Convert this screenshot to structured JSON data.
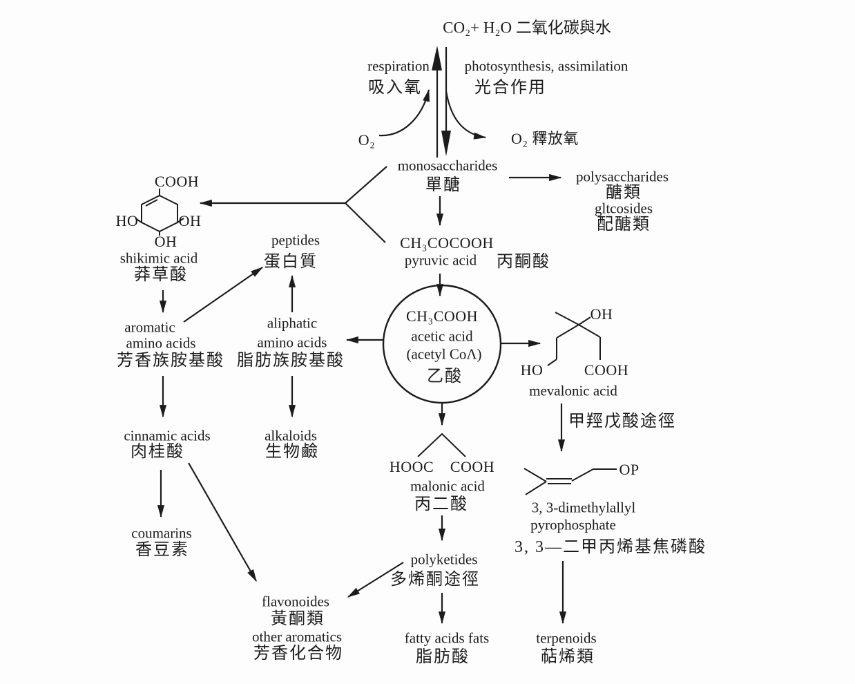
{
  "colors": {
    "ink": "#1c1c1c",
    "paper": "#fdfdfd"
  },
  "top_cycle": {
    "co2_h2o": "CO₂+ H₂O 二氧化碳與水",
    "respiration_en": "respiration",
    "respiration_zh": "吸入氧",
    "photosynthesis_en": "photosynthesis, assimilation",
    "photosynthesis_zh": "光合作用",
    "o2_uptake": "O₂",
    "o2_release": "O₂ 釋放氧"
  },
  "sugars": {
    "monosaccharides_en": "monosaccharides",
    "monosaccharides_zh": "單醣",
    "polysaccharides_en": "polysaccharides",
    "polysaccharides_zh": "醣類",
    "glycosides_en": "gltcosides",
    "glycosides_zh": "配醣類"
  },
  "pyruvate": {
    "formula": "CH₃COCOOH",
    "en": "pyruvic acid",
    "zh": "丙酮酸"
  },
  "acetate_hub": {
    "formula": "CH₃COOH",
    "en": "acetic acid",
    "coa": "(acetyl CoΛ)",
    "zh": "乙酸"
  },
  "shikimate_branch": {
    "cooh": "COOH",
    "ho": "HO",
    "oh_right": "OH",
    "oh_bottom": "OH",
    "shikimic_en": "shikimic acid",
    "shikimic_zh": "莽草酸",
    "aromatic_l1": "aromatic",
    "aromatic_l2": "amino acids",
    "aromatic_zh": "芳香族胺基酸",
    "cinnamic_en": "cinnamic acids",
    "cinnamic_zh": "肉桂酸",
    "coumarins_en": "coumarins",
    "coumarins_zh": "香豆素"
  },
  "amino_acids": {
    "peptides_en": "peptides",
    "peptides_zh": "蛋白質",
    "aliphatic_l1": "aliphatic",
    "aliphatic_l2": "amino acids",
    "aliphatic_zh": "脂肪族胺基酸",
    "alkaloids_en": "alkaloids",
    "alkaloids_zh": "生物鹼"
  },
  "malonate_branch": {
    "hooc": "HOOC",
    "cooh": "COOH",
    "malonic_en": "malonic acid",
    "malonic_zh": "丙二酸",
    "polyketides_en": "polyketides",
    "polyketides_zh": "多烯酮途徑",
    "fatty_en": "fatty acids fats",
    "fatty_zh": "脂肪酸"
  },
  "flavonoids": {
    "flavonoides_en": "flavonoides",
    "flavonoides_zh": "黃酮類",
    "other_aromatics_en": "other aromatics",
    "other_aromatics_zh": "芳香化合物"
  },
  "mevalonate_branch": {
    "oh": "OH",
    "ho": "HO",
    "cooh": "COOH",
    "mevalonic_en": "mevalonic acid",
    "pathway_zh": "甲羥戊酸途徑",
    "op": "OP",
    "dmapp_l1": "3, 3-dimethylallyl",
    "dmapp_l2": "pyrophosphate",
    "dmapp_zh": "3, 3—二甲丙烯基焦磷酸",
    "terpenoids_en": "terpenoids",
    "terpenoids_zh": "萜烯類"
  }
}
